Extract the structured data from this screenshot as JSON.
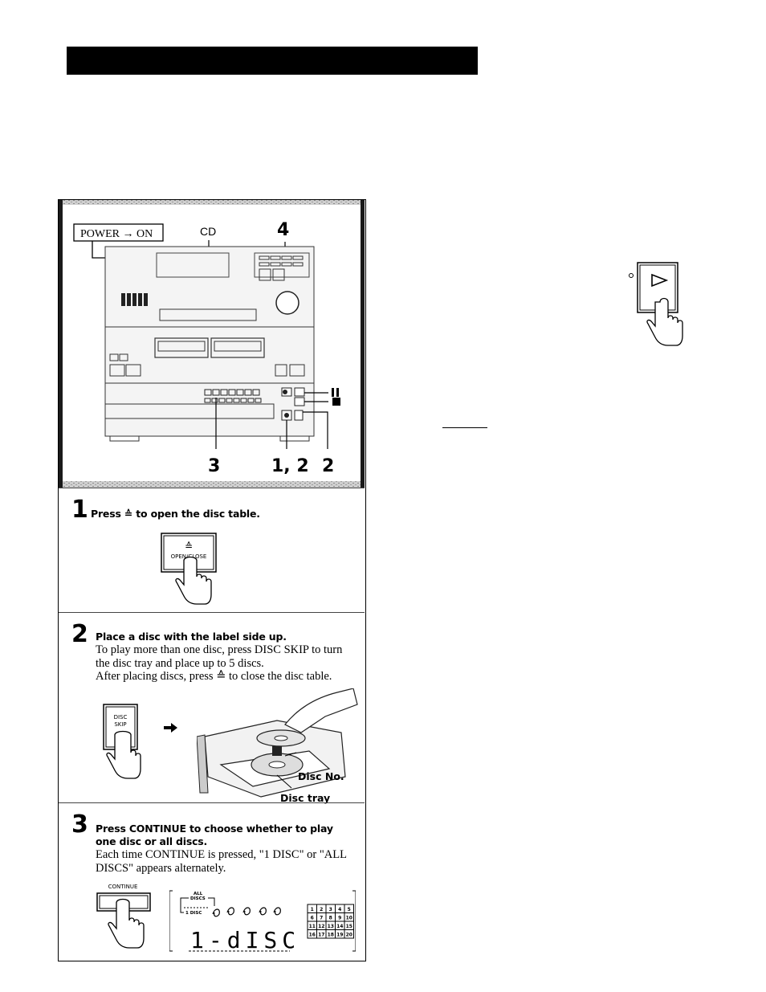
{
  "figure": {
    "power_label": "POWER → ON",
    "cd_label": "CD",
    "callout_4": "4",
    "callout_3": "3",
    "callout_12": "1, 2",
    "callout_2": "2"
  },
  "steps": [
    {
      "number": "1",
      "heading": "Press ≙ to open the disc table.",
      "button_label": "OPEN/CLOSE",
      "button_symbol": "≙"
    },
    {
      "number": "2",
      "heading": "Place a disc with the label side up.",
      "body": [
        "To play more than one disc, press DISC SKIP to turn",
        "the disc tray and place up to 5 discs.",
        "After placing discs, press ≙ to close the disc table."
      ],
      "button_label_1": "DISC",
      "button_label_2": "SKIP",
      "disc_no_label": "Disc No.",
      "disc_tray_label": "Disc tray"
    },
    {
      "number": "3",
      "heading_lines": [
        "Press CONTINUE to choose whether to play",
        "one disc or all discs."
      ],
      "body": [
        "Each time CONTINUE is pressed, \"1 DISC\" or \"ALL",
        "DISCS\" appears alternately."
      ],
      "button_label": "CONTINUE",
      "display_all_1": "ALL",
      "display_all_2": "DISCS",
      "display_one": "1 DISC",
      "display_readout": "1-dISC",
      "track_grid": [
        "1",
        "2",
        "3",
        "4",
        "5",
        "6",
        "7",
        "8",
        "9",
        "10",
        "11",
        "12",
        "13",
        "14",
        "15",
        "16",
        "17",
        "18",
        "19",
        "20"
      ]
    }
  ]
}
